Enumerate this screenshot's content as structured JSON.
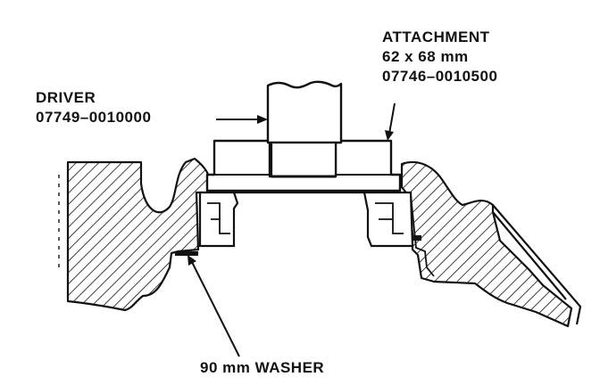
{
  "colors": {
    "background": "#ffffff",
    "ink": "#111111"
  },
  "labels": {
    "attachment": {
      "title": "ATTACHMENT",
      "size": "62 x 68 mm",
      "part_number": "07746–0010500"
    },
    "driver": {
      "title": "DRIVER",
      "part_number": "07749–0010000"
    },
    "washer": {
      "title": "90 mm WASHER"
    }
  }
}
